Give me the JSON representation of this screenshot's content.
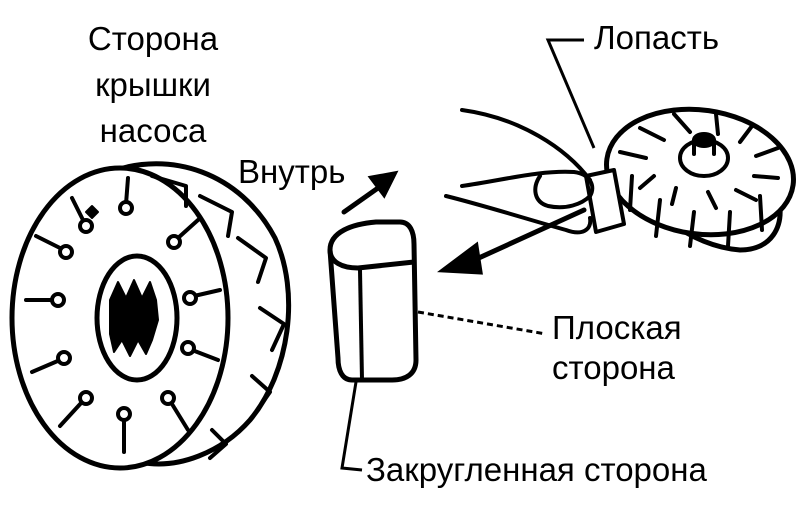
{
  "labels": {
    "cover_side": [
      "Сторона",
      "крышки",
      "насоса"
    ],
    "inside": "Внутрь",
    "blade": "Лопасть",
    "flat_side": [
      "Плоская",
      "сторона"
    ],
    "rounded_side": "Закругленная сторона"
  },
  "colors": {
    "ink": "#000000",
    "paper": "#ffffff"
  }
}
